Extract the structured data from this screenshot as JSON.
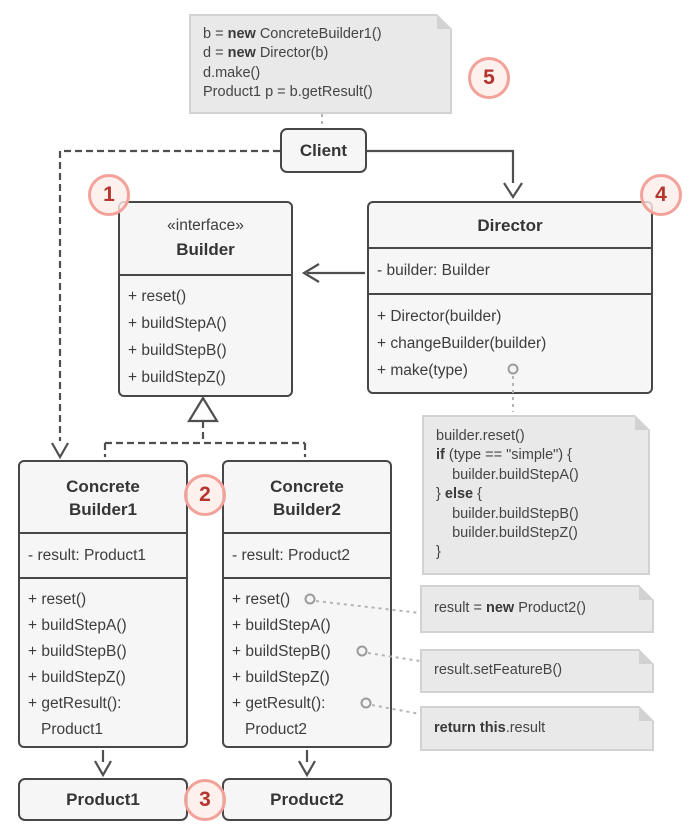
{
  "diagram": "Builder design pattern UML",
  "colors": {
    "box_fill": "#f6f6f6",
    "box_border": "#474747",
    "note_fill": "#e9e9e9",
    "note_border": "#d2d2d2",
    "line_dark": "#4f4f4f",
    "line_light": "#b4b4b4",
    "badge_text": "#b5342d",
    "badge_border": "#f2a29a",
    "badge_fill": "#fcece9",
    "text": "#3d3d3d"
  },
  "badges": {
    "n1": "1",
    "n2": "2",
    "n3": "3",
    "n4": "4",
    "n5": "5"
  },
  "classes": {
    "client": {
      "title": "Client"
    },
    "builder": {
      "stereotype": "«interface»",
      "title": "Builder",
      "methods": [
        "+ reset()",
        "+ buildStepA()",
        "+ buildStepB()",
        "+ buildStepZ()"
      ]
    },
    "director": {
      "title": "Director",
      "attributes": [
        "- builder: Builder"
      ],
      "methods": [
        "+ Director(builder)",
        "+ changeBuilder(builder)",
        "+ make(type)"
      ]
    },
    "concrete_builder1": {
      "title_lines": [
        "Concrete",
        "Builder1"
      ],
      "attributes": [
        "- result: Product1"
      ],
      "methods": [
        "+ reset()",
        "+ buildStepA()",
        "+ buildStepB()",
        "+ buildStepZ()",
        "+ getResult(): Product1"
      ]
    },
    "concrete_builder2": {
      "title_lines": [
        "Concrete",
        "Builder2"
      ],
      "attributes": [
        "- result: Product2"
      ],
      "methods": [
        "+ reset()",
        "+ buildStepA()",
        "+ buildStepB()",
        "+ buildStepZ()",
        "+ getResult(): Product2"
      ]
    },
    "product1": {
      "title": "Product1"
    },
    "product2": {
      "title": "Product2"
    }
  },
  "notes": {
    "client_code": {
      "lines": [
        {
          "pre": "b = ",
          "kw": "new",
          "post": " ConcreteBuilder1()"
        },
        {
          "pre": "d = ",
          "kw": "new",
          "post": " Director(b)"
        },
        {
          "pre": "d.make()"
        },
        {
          "pre": "Product1 p = b.getResult()"
        }
      ]
    },
    "make_code": {
      "lines": [
        {
          "pre": "builder.reset()"
        },
        {
          "kw": "if",
          "post": " (type == \"simple\") {"
        },
        {
          "pre": "    builder.buildStepA()"
        },
        {
          "pre": "} ",
          "kw": "else",
          "post": " {"
        },
        {
          "pre": "    builder.buildStepB()"
        },
        {
          "pre": "    builder.buildStepZ()"
        },
        {
          "pre": "}"
        }
      ]
    },
    "reset_code": {
      "lines": [
        {
          "pre": "result = ",
          "kw": "new",
          "post": " Product2()"
        }
      ]
    },
    "featureb_code": {
      "lines": [
        {
          "pre": "result.setFeatureB()"
        }
      ]
    },
    "return_code": {
      "lines": [
        {
          "kw": "return this",
          "post": ".result"
        }
      ]
    }
  }
}
